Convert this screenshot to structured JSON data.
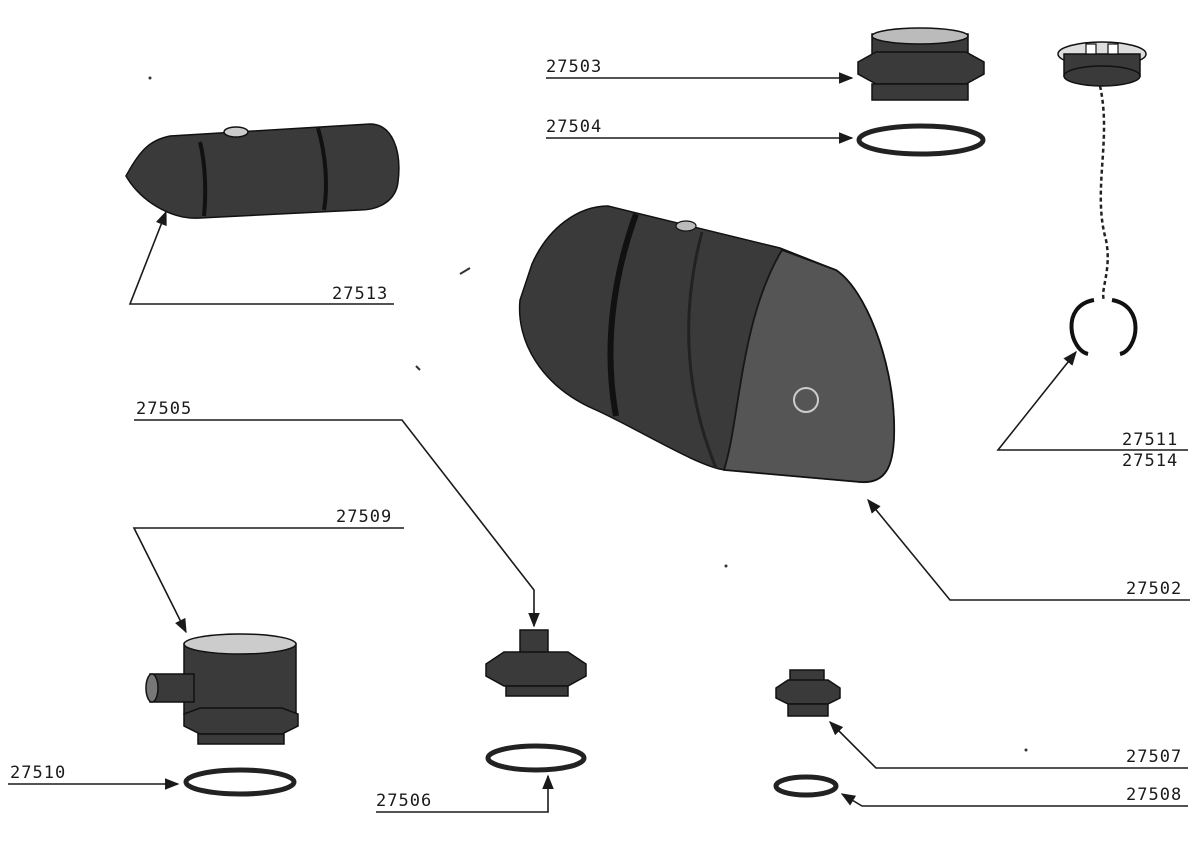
{
  "labels": {
    "p27503": "27503",
    "p27504": "27504",
    "p27513": "27513",
    "p27505": "27505",
    "p27511": "27511",
    "p27514": "27514",
    "p27509": "27509",
    "p27502": "27502",
    "p27507": "27507",
    "p27510": "27510",
    "p27506": "27506",
    "p27508": "27508"
  }
}
